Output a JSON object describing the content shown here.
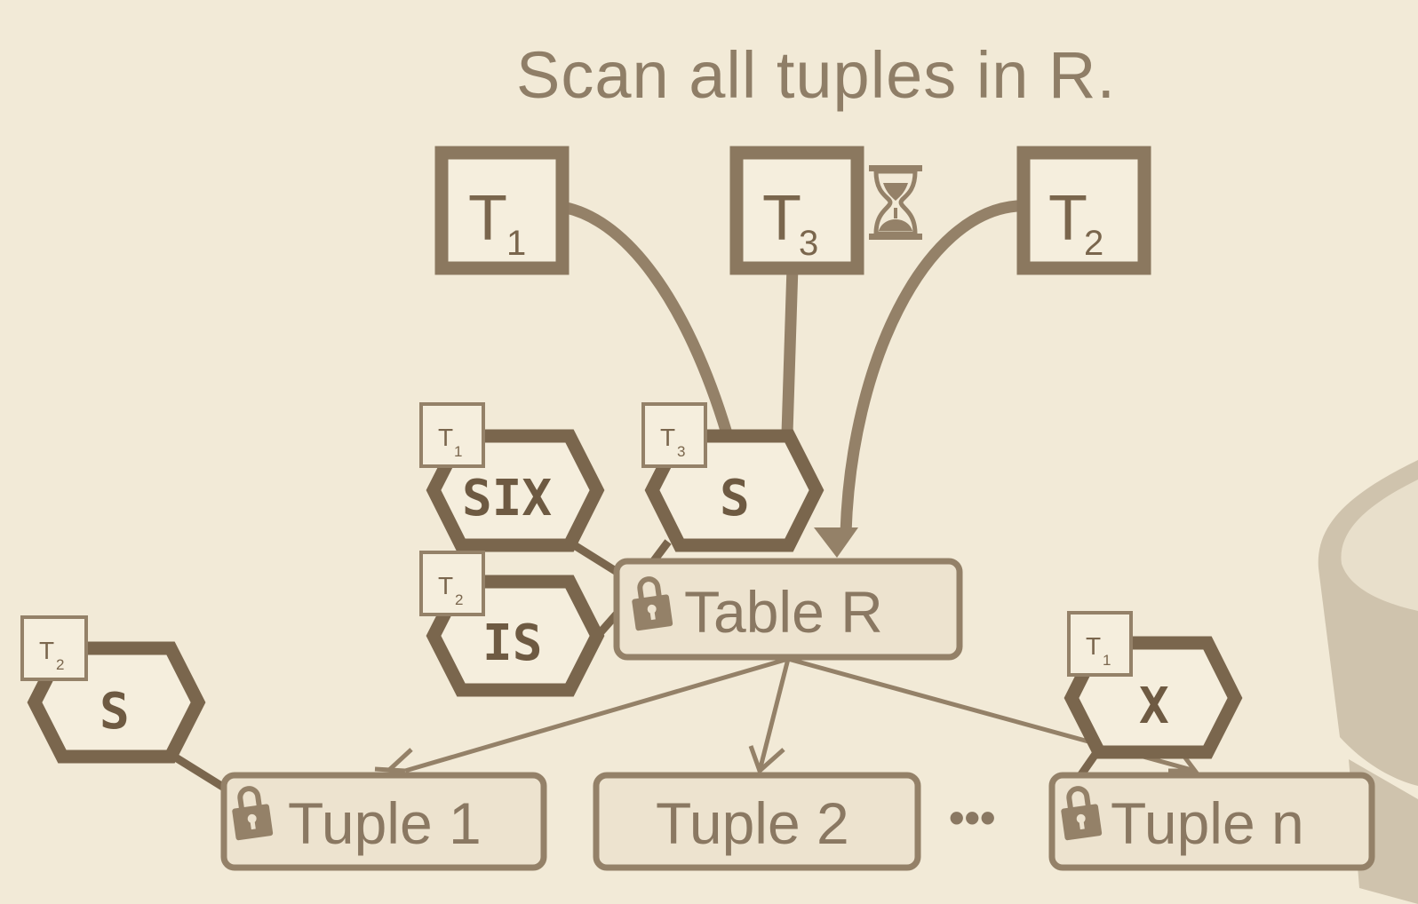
{
  "title": "Scan all tuples in R.",
  "transactions": [
    {
      "id": "t1",
      "letter": "T",
      "sub": "1"
    },
    {
      "id": "t3",
      "letter": "T",
      "sub": "3"
    },
    {
      "id": "t2",
      "letter": "T",
      "sub": "2"
    }
  ],
  "locks": {
    "six": {
      "mode": "SIX",
      "owner": "T",
      "owner_sub": "1"
    },
    "s_table": {
      "mode": "S",
      "owner": "T",
      "owner_sub": "3"
    },
    "is": {
      "mode": "IS",
      "owner": "T",
      "owner_sub": "2"
    },
    "s_tuple": {
      "mode": "S",
      "owner": "T",
      "owner_sub": "2"
    },
    "x_tuple": {
      "mode": "X",
      "owner": "T",
      "owner_sub": "1"
    }
  },
  "nodes": {
    "table": "Table R",
    "tuple1": "Tuple 1",
    "tuple2": "Tuple 2",
    "tuplen": "Tuple n",
    "ellipsis": "•••"
  },
  "icons": {
    "waiting": "hourglass-icon",
    "lock": "padlock-icon"
  },
  "colors": {
    "background": "#f2ead7",
    "dark": "#7a664d",
    "medium": "#948168",
    "node_fill": "#ede3cf"
  }
}
